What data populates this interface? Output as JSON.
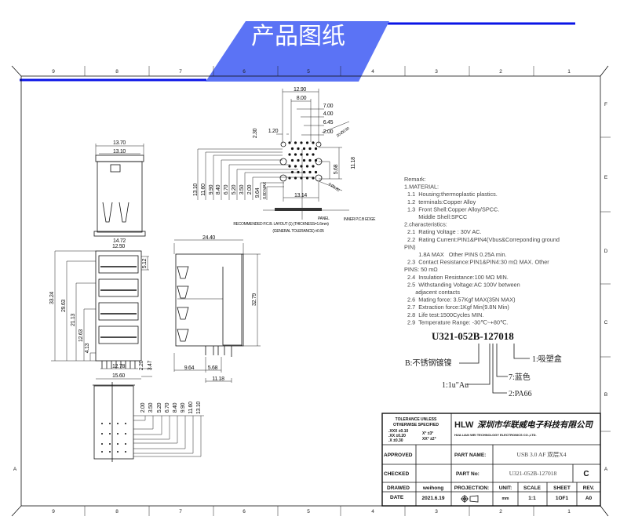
{
  "banner": {
    "title": "产品图纸",
    "color": "#5b73f5",
    "line_color": "#0a14e6"
  },
  "frame": {
    "columns": [
      "9",
      "8",
      "7",
      "6",
      "5",
      "4",
      "3",
      "2",
      "1"
    ],
    "rows": [
      "F",
      "E",
      "D",
      "C",
      "B",
      "A"
    ]
  },
  "front_top_view": {
    "dims": [
      "13.70",
      "13.10",
      "14.72"
    ]
  },
  "front_stack_view": {
    "dims": [
      "12.50",
      "5.12",
      "33.24",
      "29.63",
      "21.13",
      "12.63",
      "4.13",
      "12.78",
      "15.60",
      "2.20",
      "3.47"
    ]
  },
  "side_view": {
    "dims": [
      "24.40",
      "32.79",
      "9.64",
      "5.68",
      "11.18"
    ]
  },
  "bottom_view": {
    "dims": [
      "2.00",
      "3.50",
      "5.20",
      "6.70",
      "8.40",
      "9.90",
      "11.60",
      "13.10"
    ]
  },
  "pcb_layout": {
    "dims_top": [
      "12.90",
      "8.00",
      "7.00",
      "4.00",
      "6.45",
      "2.00",
      "1.20",
      "2.30"
    ],
    "dims_left": [
      "13.10",
      "11.60",
      "9.90",
      "8.40",
      "6.70",
      "5.20",
      "3.50",
      "2.00",
      "9.64",
      "0.80 MAX"
    ],
    "dims_right": [
      "5.68",
      "11.18"
    ],
    "dims_bottom": [
      "13.14"
    ],
    "hole_labels": [
      "20-Ø0.90",
      "4-Ø1.80"
    ],
    "panel_label": "PANEL",
    "edge_label": "INNER P.C.B EDGE",
    "caption": "RECOMMENDED P.C.B. LAYOUT (1) (THICKNESS=1.6mm)",
    "tolerance": "(GENERAL TOLERANCE) ±0.05"
  },
  "remark": {
    "lines": [
      "Remark:",
      "1.MATERIAL:",
      "  1.1  Housing:thermoplastic plastics.",
      "  1.2  terminals:Copper Alloy",
      "  1.3  Front Shell:Copper Alloy/SPCC.",
      "         Middle Shell:SPCC",
      "2.characteristics:",
      "  2.1  Rating Voltage : 30V AC.",
      "  2.2  Rating Current:PIN1&PIN4(Vbus&Correponding ground",
      "PIN)",
      "         1.8A MAX   Other PINS 0.25A min.",
      "  2.3  Contact Resistance:PIN1&PIN4:30 mΩ MAX. Other",
      "PINS: 50 mΩ",
      "  2.4  Insulation Resistance:100 MΩ MIN.",
      "  2.5  Withstanding Voltage:AC 100V between",
      "       adjacent contacts",
      "  2.6  Mating force: 3.57Kgf MAX(35N MAX)",
      "  2.7  Extraction force:1Kgf Min(9.8N Min)",
      "  2.8  Life test:1500Cycles MIN.",
      "  2.9  Temperature Range: -30℃~+80℃."
    ]
  },
  "part_code": {
    "code": "U321-052B-127018",
    "callouts": [
      "B:不锈钢镀镍",
      "1:1u\"Au",
      "2:PA66",
      "7:蓝色",
      "1:吸塑盒"
    ]
  },
  "title_block": {
    "tolerance_title": "TOLERANCE UNLESS",
    "tolerance_title2": "OTHERWISE SPECIFIED",
    "tolerances": [
      ".XXX ±0.10",
      ".XX ±0.20",
      ".X ±0.30",
      "X° ±3°",
      "XX° ±2°"
    ],
    "logo": "HLW",
    "company": "深圳市华联威电子科技有限公司",
    "company_en": "HUA LIAN WEI TECHNOLOGY ELECTRONICS CO.,LTD.",
    "approved_label": "APPROVED",
    "checked_label": "CHECKED",
    "drawn_label": "DRAWED",
    "drawn_by": "weihong",
    "date_label": "DATE",
    "date": "2021.6.19",
    "part_name_label": "PART NAME:",
    "part_name": "USB 3.0 AF 双层X4",
    "part_no_label": "PART No:",
    "part_no": "U321-052B-127018",
    "part_no_suffix": "C",
    "projection_label": "PROJECTION:",
    "unit_label": "UNIT:",
    "unit": "mm",
    "scale_label": "SCALE",
    "scale": "1:1",
    "sheet_label": "SHEET",
    "sheet": "1OF1",
    "rev_label": "REV.",
    "rev": "A0"
  }
}
